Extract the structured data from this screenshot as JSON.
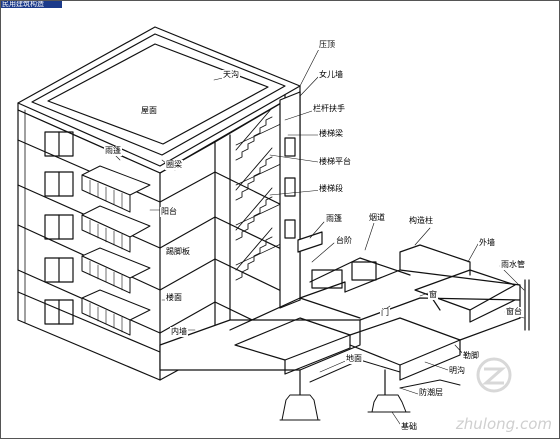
{
  "header": {
    "title": "民用建筑构造"
  },
  "labels": {
    "yading": "压顶",
    "tiangou": "天沟",
    "nverqiang": "女儿墙",
    "wumian": "屋面",
    "langanfushou": "栏杆扶手",
    "loutiliang": "楼梯梁",
    "yupeng1": "雨篷",
    "quanliang": "圈梁",
    "loutipingtai": "楼梯平台",
    "loutiduan": "楼梯段",
    "yangtai": "阳台",
    "yupeng2": "雨篷",
    "yanchuang": "烟道",
    "gouzaozhu": "构造柱",
    "tijiaoban": "踢脚板",
    "taijie": "台阶",
    "waiqiang": "外墙",
    "yushuiguan": "雨水管",
    "chuang": "窗",
    "loumian": "楼面",
    "men": "门",
    "chuangtai": "窗台",
    "neiqiang": "内墙",
    "lejiao": "勒脚",
    "mingou": "明沟",
    "dimian": "地面",
    "fangchaoceng": "防潮层",
    "jichu": "基础"
  },
  "watermark": {
    "text": "zhulong.com"
  },
  "colors": {
    "line": "#111111",
    "title_bg": "#1b3a8a"
  }
}
